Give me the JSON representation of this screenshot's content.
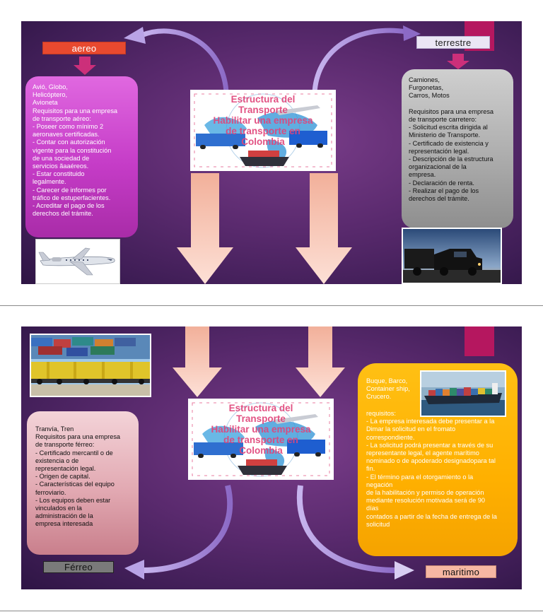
{
  "colors": {
    "slide_bg": "#4a2361",
    "tab": "#b5175f",
    "aereo_label_bg": "#e8492f",
    "terrestre_label_bg": "#ebe6f5",
    "ferreo_label_bg": "#7a7a7a",
    "maritimo_label_bg": "#f6b7a3",
    "aereo_box": "#cc3fcc",
    "terrestre_box": "#a8a8a8",
    "ferreo_box": "#e6b3bb",
    "maritimo_box": "#ffb400",
    "down_arrow": "#f6b7a3",
    "curved_arrow": "#a988d8"
  },
  "center": {
    "title": "Estructura del\nTransporte\nHabilitar una empresa\nde transporte en\nColombia"
  },
  "slide1": {
    "aereo": {
      "label": "aereo",
      "text": "Avió, Globo,\nHelicóptero,\nAvioneta\nRequisitos para una empresa\nde transporte aéreo:\n- Poseer como mínimo 2\naeronaves certificadas.\n- Contar con autorización\nvigente para la constitución\nde una sociedad de\nservicios ãaaéreos.\n- Estar constituido\nlegalmente.\n- Carecer de informes por\ntráfico de estuperfacientes.\n- Acreditar el pago de los\nderechos del trámite.",
      "image": "jet-airplane-photo"
    },
    "terrestre": {
      "label": "terrestre",
      "text": "Camiones,\nFurgonetas,\nCarros, Motos\n\nRequisitos para una empresa\nde transporte carretero:\n- Solicitud escrita dirigida al\nMinisterio de Transporte.\n- Certificado de existencia y\nrepresentación legal.\n- Descripción de la estructura\norganizacional de la\nempresa.\n- Declaración de renta.\n- Realizar el pago de los\nderechos del trámite.",
      "image": "semi-truck-photo"
    }
  },
  "slide2": {
    "ferreo": {
      "label": "Férreo",
      "text": "Tranvía, Tren\nRequisitos para una empresa\nde transporte férreo:\n- Certificado mercantil o de\nexistencia o de\nrepresentación legal.\n- Origen de capital.\n- Características del equipo\nferroviario.\n- Los equipos deben estar\nvinculados en la\nadministración de la\nempresa interesada",
      "image": "freight-train-photo"
    },
    "maritimo": {
      "label": "maritimo",
      "text_top": "Buque, Barco,\nContainer ship,\nCrucero.",
      "text": "requisitos:\n- La empresa interesada debe presentar a la\nDimar la solicitud en el fromato\ncorrespondiente.\n- La solicitud podrá presentar a través de su\nrepresentante legal, el agente marítimo\nnominado o de apoderado designadopara tal\nfin.\n- El término para el otorgamiento o la\nnegación\nde la habilitación y permiso de operación\nmediante resolución motivada será de 90\ndías\ncontados a partir de la fecha de entrega de la\nsolicitud",
      "image": "container-ship-photo"
    }
  }
}
